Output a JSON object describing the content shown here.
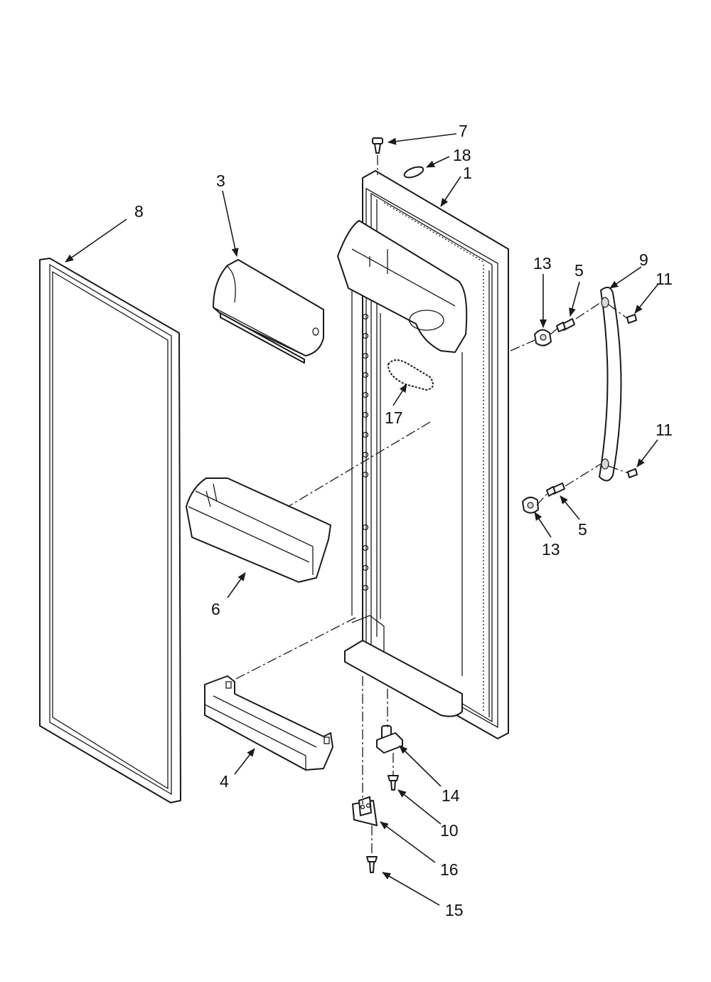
{
  "callouts": {
    "c1": "1",
    "c3": "3",
    "c4": "4",
    "c5a": "5",
    "c5b": "5",
    "c6": "6",
    "c7": "7",
    "c8": "8",
    "c9": "9",
    "c10": "10",
    "c11a": "11",
    "c11b": "11",
    "c13a": "13",
    "c13b": "13",
    "c14": "14",
    "c15": "15",
    "c16": "16",
    "c17": "17",
    "c18": "18"
  },
  "colors": {
    "line": "#1a1a1a",
    "background": "#ffffff"
  }
}
